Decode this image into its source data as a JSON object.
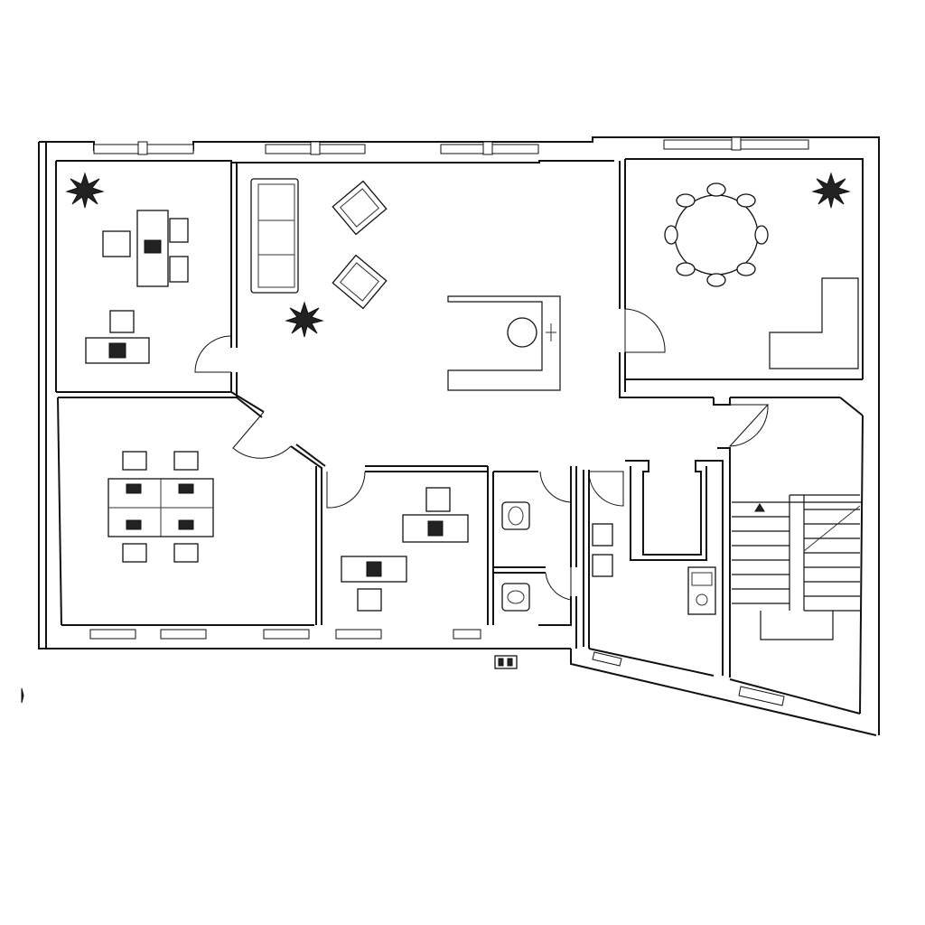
{
  "drawing": {
    "type": "floor-plan",
    "style": "black line drawing on white background",
    "rooms": [
      {
        "id": "office-top-left",
        "contents": [
          "desk",
          "chair",
          "chair",
          "chair",
          "monitor",
          "desk",
          "chair",
          "monitor",
          "plant"
        ]
      },
      {
        "id": "lounge-reception",
        "contents": [
          "sofa",
          "armchair",
          "armchair",
          "plant",
          "reception-counter",
          "stool"
        ]
      },
      {
        "id": "meeting-room",
        "contents": [
          "round-table",
          "chair",
          "chair",
          "chair",
          "chair",
          "chair",
          "chair",
          "chair",
          "chair",
          "plant",
          "l-shaped-counter"
        ]
      },
      {
        "id": "open-office-left",
        "contents": [
          "desk-cluster-4",
          "chair",
          "chair",
          "chair",
          "chair"
        ]
      },
      {
        "id": "office-middle",
        "contents": [
          "desk",
          "chair",
          "monitor",
          "desk",
          "chair",
          "monitor"
        ]
      },
      {
        "id": "wc-sink",
        "contents": [
          "sink"
        ]
      },
      {
        "id": "wc-toilet",
        "contents": [
          "toilet"
        ]
      },
      {
        "id": "kitchenette",
        "contents": [
          "chair",
          "chair",
          "kitchen-sink"
        ]
      },
      {
        "id": "stairwell",
        "contents": [
          "stairs"
        ]
      }
    ]
  }
}
